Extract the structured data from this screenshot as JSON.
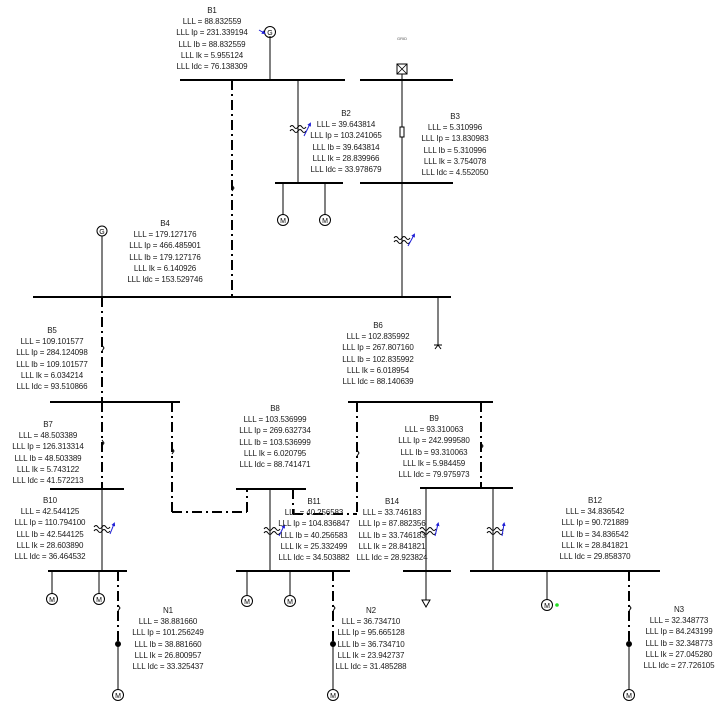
{
  "diagram": {
    "type": "single-line short-circuit study",
    "grid_source_label": "GRID",
    "colors": {
      "line": "#000000",
      "tap_arrow": "#1f1fd6",
      "motor_status": "#22dd22",
      "text": "#1a1a1a"
    },
    "buses": [
      {
        "id": "B1",
        "lll": "88.832559",
        "ip": "231.339194",
        "ib": "88.832559",
        "ik": "5.955124",
        "idc": "76.138309"
      },
      {
        "id": "B2",
        "lll": "39.643814",
        "ip": "103.241065",
        "ib": "39.643814",
        "ik": "28.839966",
        "idc": "33.978679"
      },
      {
        "id": "B3",
        "lll": "5.310996",
        "ip": "13.830983",
        "ib": "5.310996",
        "ik": "3.754078",
        "idc": "4.552050"
      },
      {
        "id": "B4",
        "lll": "179.127176",
        "ip": "466.485901",
        "ib": "179.127176",
        "ik": "6.140926",
        "idc": "153.529746"
      },
      {
        "id": "B5",
        "lll": "109.101577",
        "ip": "284.124098",
        "ib": "109.101577",
        "ik": "6.034214",
        "idc": "93.510866"
      },
      {
        "id": "B6",
        "lll": "102.835992",
        "ip": "267.807160",
        "ib": "102.835992",
        "ik": "6.018954",
        "idc": "88.140639"
      },
      {
        "id": "B7",
        "lll": "48.503389",
        "ip": "126.313314",
        "ib": "48.503389",
        "ik": "5.743122",
        "idc": "41.572213"
      },
      {
        "id": "B8",
        "lll": "103.536999",
        "ip": "269.632734",
        "ib": "103.536999",
        "ik": "6.020795",
        "idc": "88.741471"
      },
      {
        "id": "B9",
        "lll": "93.310063",
        "ip": "242.999580",
        "ib": "93.310063",
        "ik": "5.984459",
        "idc": "79.975973"
      },
      {
        "id": "B10",
        "lll": "42.544125",
        "ip": "110.794100",
        "ib": "42.544125",
        "ik": "28.603890",
        "idc": "36.464532"
      },
      {
        "id": "B11",
        "lll": "40.256583",
        "ip": "104.836847",
        "ib": "40.256583",
        "ik": "25.332499",
        "idc": "34.503882"
      },
      {
        "id": "B12",
        "lll": "34.836542",
        "ip": "90.721889",
        "ib": "34.836542",
        "ik": "28.841821",
        "idc": "29.858370"
      },
      {
        "id": "B14",
        "lll": "33.746183",
        "ip": "87.882356",
        "ib": "33.746183",
        "ik": "28.841821",
        "idc": "28.923824"
      },
      {
        "id": "N1",
        "lll": "38.881660",
        "ip": "101.256249",
        "ib": "38.881660",
        "ik": "26.800957",
        "idc": "33.325437"
      },
      {
        "id": "N2",
        "lll": "36.734710",
        "ip": "95.665128",
        "ib": "36.734710",
        "ik": "23.942737",
        "idc": "31.485288"
      },
      {
        "id": "N3",
        "lll": "32.348773",
        "ip": "84.243199",
        "ib": "32.348773",
        "ik": "27.045280",
        "idc": "27.726105"
      }
    ],
    "line_prefixes": {
      "lll": "LLL = ",
      "ip": "LLL Ip = ",
      "ib": "LLL Ib = ",
      "ik": "LLL Ik = ",
      "idc": "LLL Idc = "
    },
    "symbols": {
      "generator": "G",
      "motor": "M"
    }
  }
}
